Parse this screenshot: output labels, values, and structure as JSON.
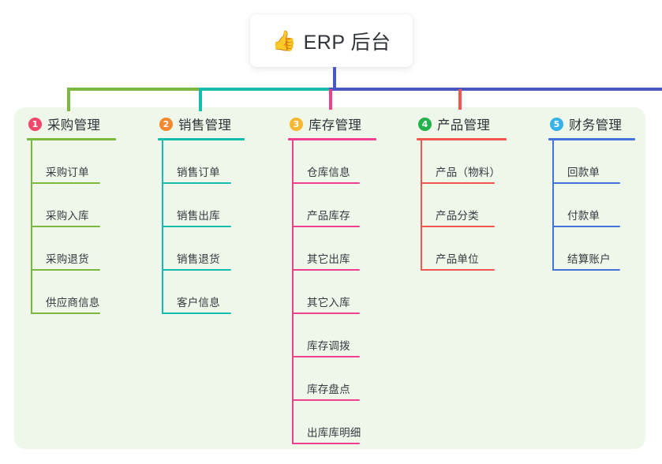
{
  "root": {
    "emoji": "👍",
    "emoji_name": "thumbs-up-icon",
    "title": "ERP 后台"
  },
  "palette": {
    "panel_background": "#eef7ea",
    "page_background": "#ffffff",
    "bus_green": "#7ab83f",
    "bus_teal": "#16bcae",
    "bus_purple": "#4a57c2"
  },
  "columns": [
    {
      "number": "1",
      "title": "采购管理",
      "badge_color": "#f0486b",
      "line_color": "#7ab83f",
      "items": [
        {
          "label": "采购订单"
        },
        {
          "label": "采购入库"
        },
        {
          "label": "采购退货"
        },
        {
          "label": "供应商信息"
        }
      ]
    },
    {
      "number": "2",
      "title": "销售管理",
      "badge_color": "#f5872e",
      "line_color": "#16bcae",
      "items": [
        {
          "label": "销售订单"
        },
        {
          "label": "销售出库"
        },
        {
          "label": "销售退货"
        },
        {
          "label": "客户信息"
        }
      ]
    },
    {
      "number": "3",
      "title": "库存管理",
      "badge_color": "#f7b731",
      "line_color": "#ef3f8f",
      "items": [
        {
          "label": "仓库信息"
        },
        {
          "label": "产品库存"
        },
        {
          "label": "其它出库"
        },
        {
          "label": "其它入库"
        },
        {
          "label": "库存调拨"
        },
        {
          "label": "库存盘点"
        },
        {
          "label": "出库库明细"
        }
      ]
    },
    {
      "number": "4",
      "title": "产品管理",
      "badge_color": "#22b14c",
      "line_color": "#f2564f",
      "items": [
        {
          "label": "产品（物料）"
        },
        {
          "label": "产品分类"
        },
        {
          "label": "产品单位"
        }
      ]
    },
    {
      "number": "5",
      "title": "财务管理",
      "badge_color": "#35b3e8",
      "line_color": "#4472d8",
      "items": [
        {
          "label": "回款单"
        },
        {
          "label": "付款单"
        },
        {
          "label": "结算账户"
        }
      ]
    }
  ]
}
